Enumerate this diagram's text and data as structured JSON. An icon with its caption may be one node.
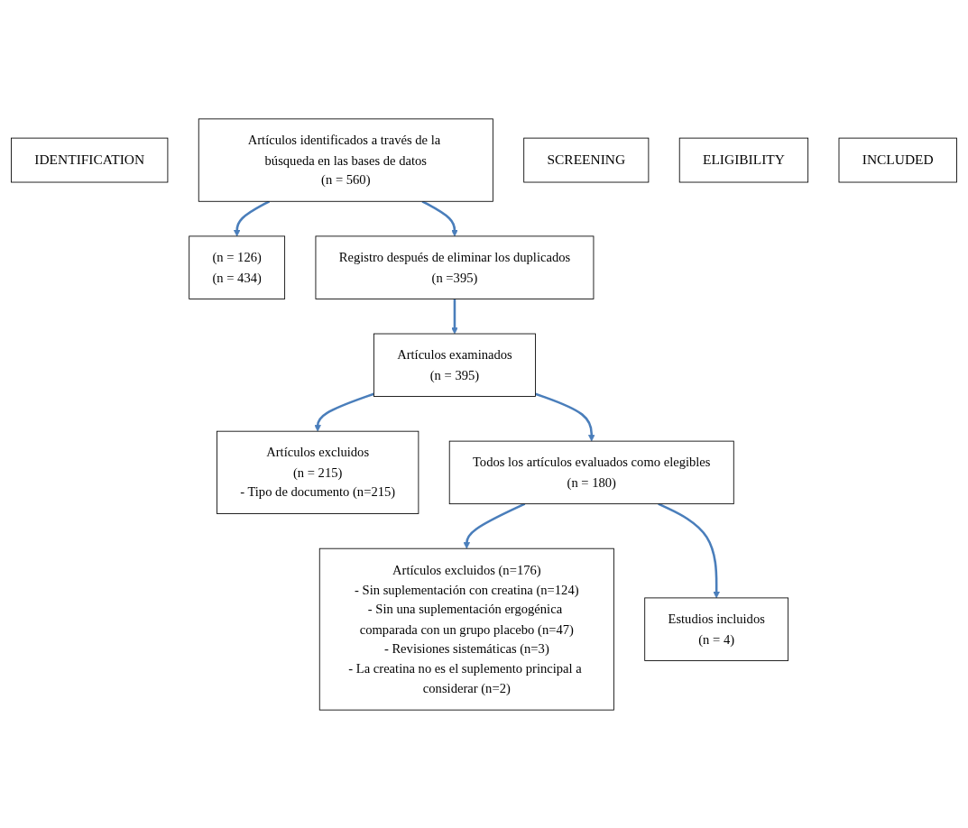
{
  "diagram": {
    "nodes": [
      {
        "text": [
          "IDENTIFICATION"
        ]
      },
      {
        "text": [
          "Artículos identificados a través de la búsqueda en las bases de datos",
          "(n = 560)"
        ]
      },
      {
        "text": [
          "(n = 126)",
          "(n = 434)"
        ]
      },
      {
        "text": [
          "SCREENING"
        ]
      },
      {
        "text": [
          "Registro después de eliminar los duplicados",
          "(n =395)"
        ]
      },
      {
        "text": [
          "Artículos examinados",
          "(n = 395)"
        ]
      },
      {
        "text": [
          "Artículos excluidos",
          "(n = 215)",
          "- Tipo de documento (n=215)"
        ]
      },
      {
        "text": [
          "ELIGIBILITY"
        ]
      },
      {
        "text": [
          "Todos los artículos evaluados como elegibles",
          "(n = 180)"
        ]
      },
      {
        "text": [
          "Artículos excluidos (n=176)",
          "- Sin suplementación con creatina (n=124)",
          "- Sin una suplementación ergogénica comparada con un grupo placebo (n=47)",
          "- Revisiones sistemáticas (n=3)",
          "- La creatina no es el suplemento principal a considerar (n=2)"
        ]
      },
      {
        "text": [
          "INCLUDED"
        ]
      },
      {
        "text": [
          "Estudios incluidos",
          "(n = 4)"
        ]
      }
    ],
    "edges": [
      {
        "from": 1,
        "to": 2,
        "arrow": "to"
      },
      {
        "from": 1,
        "to": 4,
        "arrow": "to"
      },
      {
        "from": 4,
        "to": 5,
        "arrow": "to"
      },
      {
        "from": 5,
        "to": 6,
        "arrow": "to"
      },
      {
        "from": 5,
        "to": 8,
        "arrow": "to"
      },
      {
        "from": 8,
        "to": 9,
        "arrow": "to"
      },
      {
        "from": 8,
        "to": 11,
        "arrow": "to"
      }
    ]
  }
}
